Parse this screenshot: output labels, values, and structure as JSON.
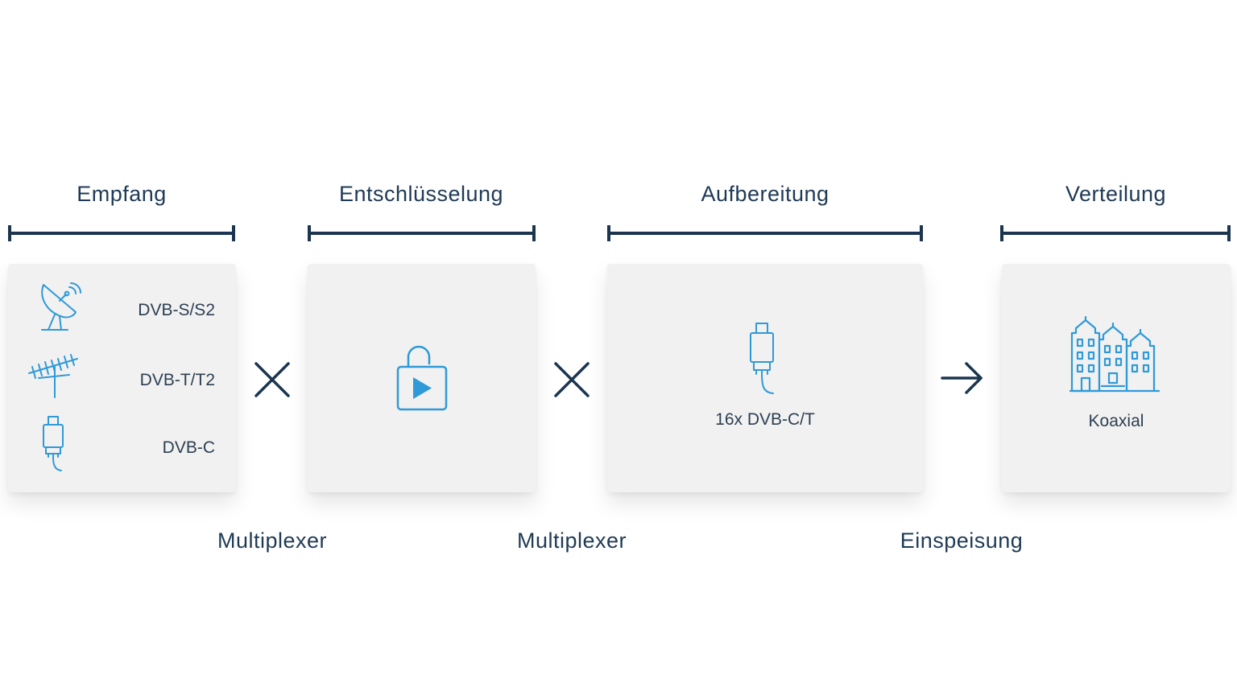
{
  "stages": [
    {
      "title": "Empfang"
    },
    {
      "title": "Entschlüsselung"
    },
    {
      "title": "Aufbereitung"
    },
    {
      "title": "Verteilung"
    }
  ],
  "reception": {
    "items": [
      {
        "label": "DVB-S/S2",
        "icon": "satellite-dish-icon"
      },
      {
        "label": "DVB-T/T2",
        "icon": "antenna-icon"
      },
      {
        "label": "DVB-C",
        "icon": "coax-cable-icon"
      }
    ]
  },
  "decryption": {
    "icon": "unlocked-play-icon"
  },
  "processing": {
    "label": "16x DVB-C/T",
    "icon": "coax-cable-icon"
  },
  "distribution": {
    "label": "Koaxial",
    "icon": "buildings-icon"
  },
  "connectors": [
    {
      "label": "Multiplexer",
      "icon": "cross-icon"
    },
    {
      "label": "Multiplexer",
      "icon": "cross-icon"
    },
    {
      "label": "Einspeisung",
      "icon": "arrow-right-icon"
    }
  ],
  "colors": {
    "dark": "#1b3550",
    "accent": "#2f9ad8",
    "card": "#f1f1f1"
  }
}
